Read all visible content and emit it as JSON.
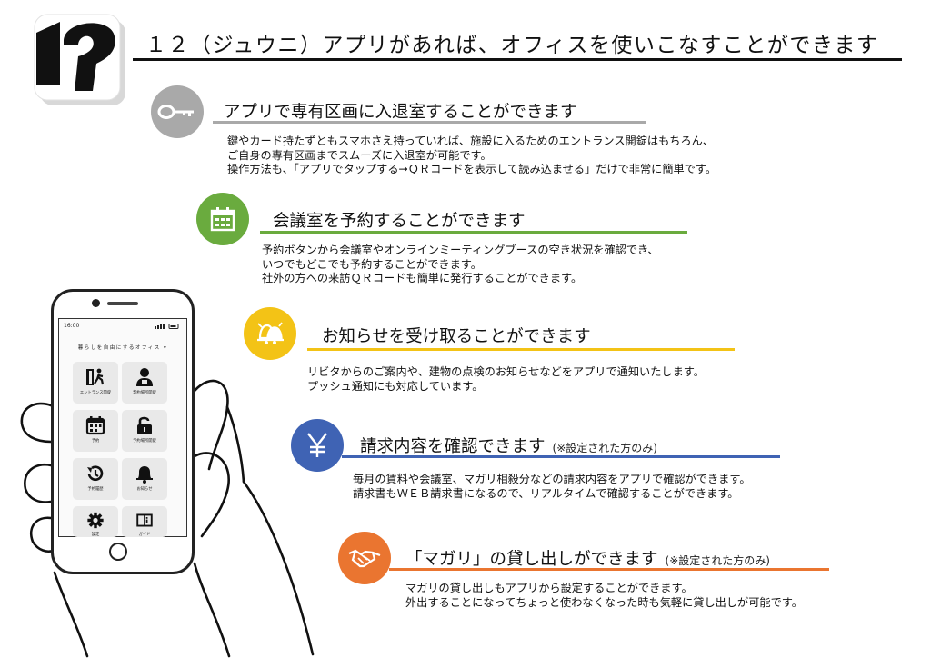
{
  "header": {
    "title": "１２（ジュウニ）アプリがあれば、オフィスを使いこなすことができます"
  },
  "colors": {
    "gray": "#a9a9a9",
    "green": "#6aab3e",
    "yellow": "#f3c316",
    "blue": "#3f63b4",
    "orange": "#ea7530",
    "dark": "#111111"
  },
  "features": [
    {
      "icon": "key-icon",
      "title": "アプリで専有区画に入退室することができます",
      "note": "",
      "lines": [
        "鍵やカード持たずともスマホさえ持っていれば、施設に入るためのエントランス開錠はもちろん、",
        "ご自身の専有区画までスムーズに入退室が可能です。",
        "操作方法も、「アプリでタップする→ＱＲコードを表示して読み込ませる」だけで非常に簡単です。"
      ]
    },
    {
      "icon": "calendar-icon",
      "title": "会議室を予約することができます",
      "note": "",
      "lines": [
        "予約ボタンから会議室やオンラインミーティングブースの空き状況を確認でき、",
        "いつでもどこでも予約することができます。",
        "社外の方への来訪ＱＲコードも簡単に発行することができます。"
      ]
    },
    {
      "icon": "bell-icon",
      "title": "お知らせを受け取ることができます",
      "note": "",
      "lines": [
        "リビタからのご案内や、建物の点検のお知らせなどをアプリで通知いたします。",
        "プッシュ通知にも対応しています。"
      ]
    },
    {
      "icon": "yen-icon",
      "title": "請求内容を確認できます",
      "note": "(※設定された方のみ)",
      "lines": [
        "毎月の賃料や会議室、マガリ相殺分などの請求内容をアプリで確認ができます。",
        "請求書もＷＥＢ請求書になるので、リアルタイムで確認することができます。"
      ]
    },
    {
      "icon": "handshake-icon",
      "title": "「マガリ」の貸し出しができます",
      "note": "(※設定された方のみ)",
      "lines": [
        "マガリの貸し出しもアプリから設定することができます。",
        "外出することになってちょっと使わなくなった時も気軽に貸し出しが可能です。"
      ]
    }
  ],
  "phone": {
    "status_time": "16:00",
    "app_title": "暮らしを自由にするオフィス",
    "tiles": [
      {
        "icon": "entrance-icon",
        "label": "エントランス開錠"
      },
      {
        "icon": "user-lock-icon",
        "label": "契約場所開錠"
      },
      {
        "icon": "calendar-icon",
        "label": "予約"
      },
      {
        "icon": "unlock-icon",
        "label": "予約場所開錠"
      },
      {
        "icon": "history-icon",
        "label": "予約履歴"
      },
      {
        "icon": "bell-icon",
        "label": "お知らせ"
      },
      {
        "icon": "gear-icon",
        "label": "設定"
      },
      {
        "icon": "book-icon",
        "label": "ガイド"
      }
    ]
  }
}
